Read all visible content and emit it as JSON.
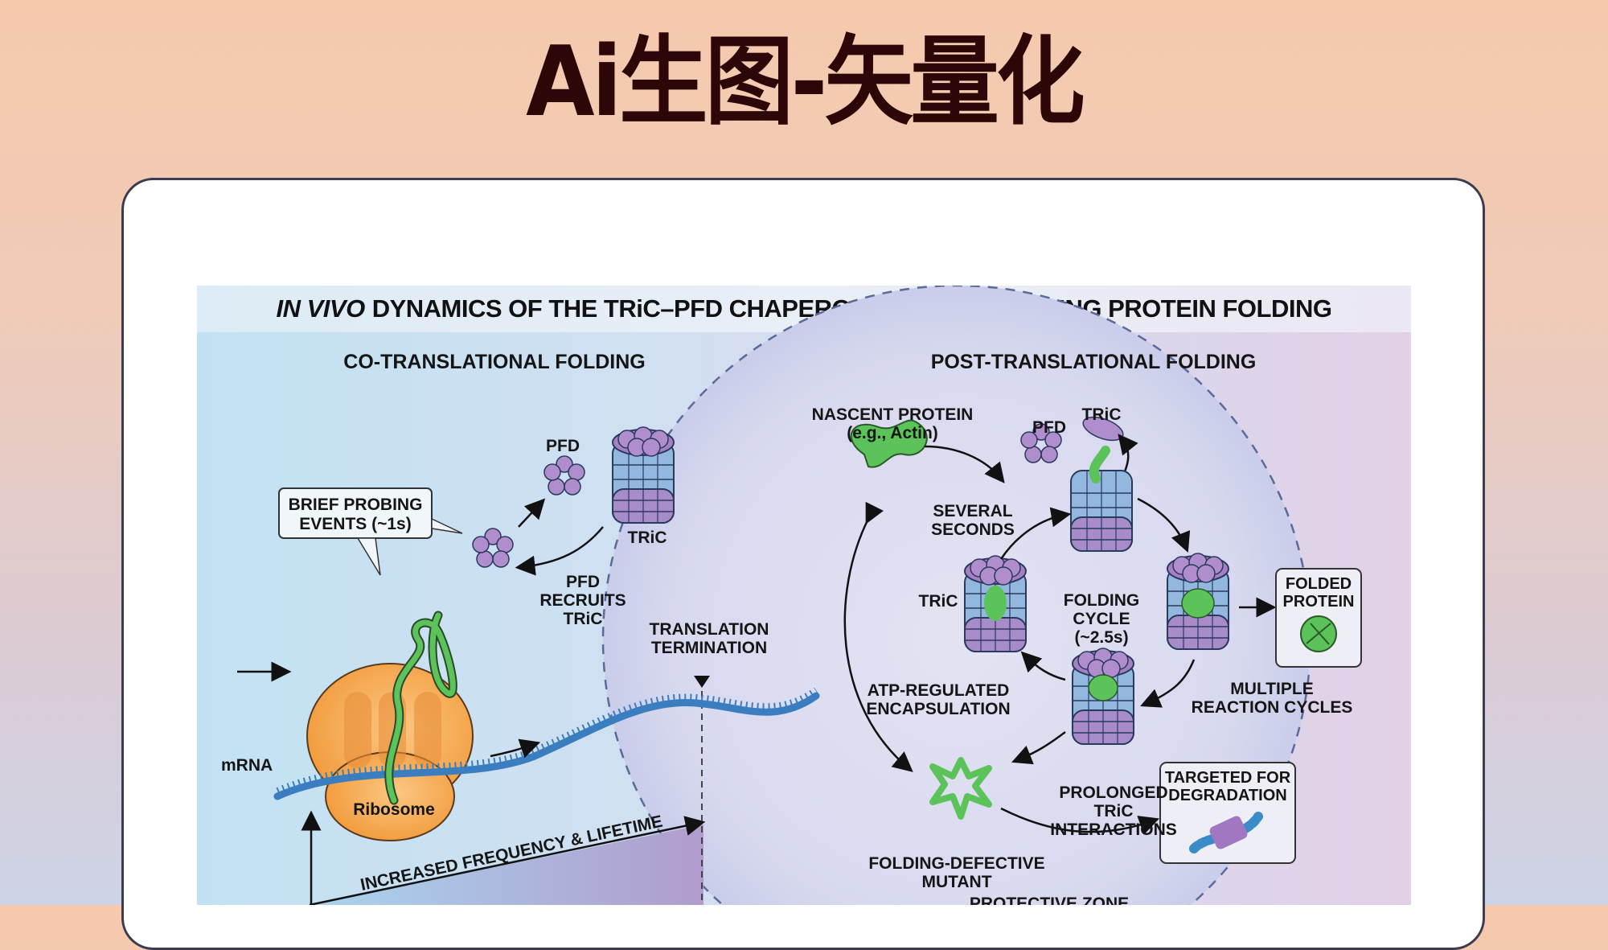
{
  "page": {
    "title": "Ai生图-矢量化"
  },
  "figure": {
    "title_italic": "IN VIVO",
    "title_rest": "DYNAMICS OF THE TRiC–PFD CHAPERONIN SYSTEM DURING PROTEIN FOLDING",
    "sections": {
      "co_translational": "CO-TRANSLATIONAL FOLDING",
      "post_translational": "POST-TRANSLATIONAL FOLDING"
    },
    "left_panel": {
      "callout_line1": "BRIEF PROBING",
      "callout_line2": "EVENTS (~1s)",
      "pfd": "PFD",
      "tric": "TRiC",
      "pfd_recruits": [
        "PFD",
        "RECRUITS",
        "TRiC"
      ],
      "translation_termination": [
        "TRANSLATION",
        "TERMINATION"
      ],
      "mrna": "mRNA",
      "ribosome": "Ribosome",
      "increased": "INCREASED FREQUENCY & LIFETIME"
    },
    "right_panel": {
      "nascent": [
        "NASCENT PROTEIN",
        "(e.g., Actin)"
      ],
      "pfd": "PFD",
      "tric_top": "TRiC",
      "several_seconds": [
        "SEVERAL",
        "SECONDS"
      ],
      "tric_left": "TRiC",
      "folding_cycle": [
        "FOLDING",
        "CYCLE",
        "(~2.5s)"
      ],
      "folded_protein": [
        "FOLDED",
        "PROTEIN"
      ],
      "atp": [
        "ATP-REGULATED",
        "ENCAPSULATION"
      ],
      "multiple": [
        "MULTIPLE",
        "REACTION CYCLES"
      ],
      "prolonged": [
        "PROLONGED",
        "TRiC",
        "INTERACTIONS"
      ],
      "targeted": [
        "TARGETED FOR",
        "DEGRADATION"
      ],
      "mutant": [
        "FOLDING-DEFECTIVE",
        "MUTANT"
      ],
      "protective_zone": "PROTECTIVE ZONE"
    }
  },
  "colors": {
    "title": "#2d0707",
    "ribosome": "#f4a64a",
    "mrna": "#3a7ec0",
    "protein": "#5cc25a",
    "tric_purple": "#a77fc4",
    "tric_blue": "#8fb6dd"
  }
}
